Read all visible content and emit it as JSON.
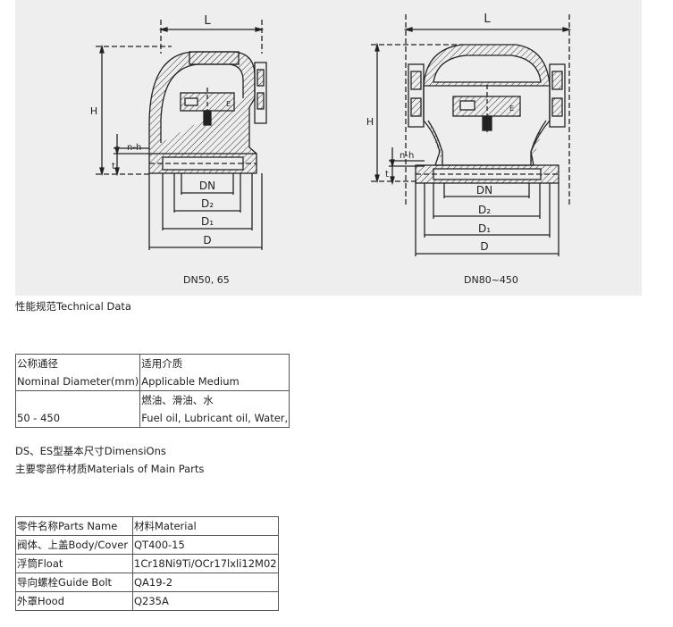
{
  "drawings": {
    "left_caption": "DN50, 65",
    "right_caption": "DN80~450",
    "labels": {
      "L": "L",
      "H": "H",
      "nh": "n-h",
      "t": "t",
      "DN": "DN",
      "D2": "D₂",
      "D1": "D₁",
      "D": "D",
      "E": "E"
    }
  },
  "heading_tech": "性能规范Technical Data",
  "tech_table": {
    "header": {
      "col1_cn": "公称通径",
      "col1_en": "Nominal Diameter(mm)",
      "col2_cn": "适用介质",
      "col2_en": "Applicable Medium"
    },
    "row": {
      "col1": "50 - 450",
      "col2_cn": "燃油、滑油、水",
      "col2_en": "Fuel oil, Lubricant oil, Water,"
    }
  },
  "heading_dims": "DS、ES型基本尺寸DimensiOns",
  "heading_materials": "主要零部件材质Materials of Main Parts",
  "materials_table": {
    "header": [
      "零件名称Parts Name",
      "材料Material"
    ],
    "rows": [
      [
        "阀体、上盖Body/Cover",
        "QT400-15"
      ],
      [
        "浮筒Float",
        "1Cr18Ni9Ti/OCr17lxli12M02"
      ],
      [
        "导向螺栓Guide Bolt",
        "QA19-2"
      ],
      [
        "外罩Hood",
        "Q235A"
      ]
    ]
  }
}
